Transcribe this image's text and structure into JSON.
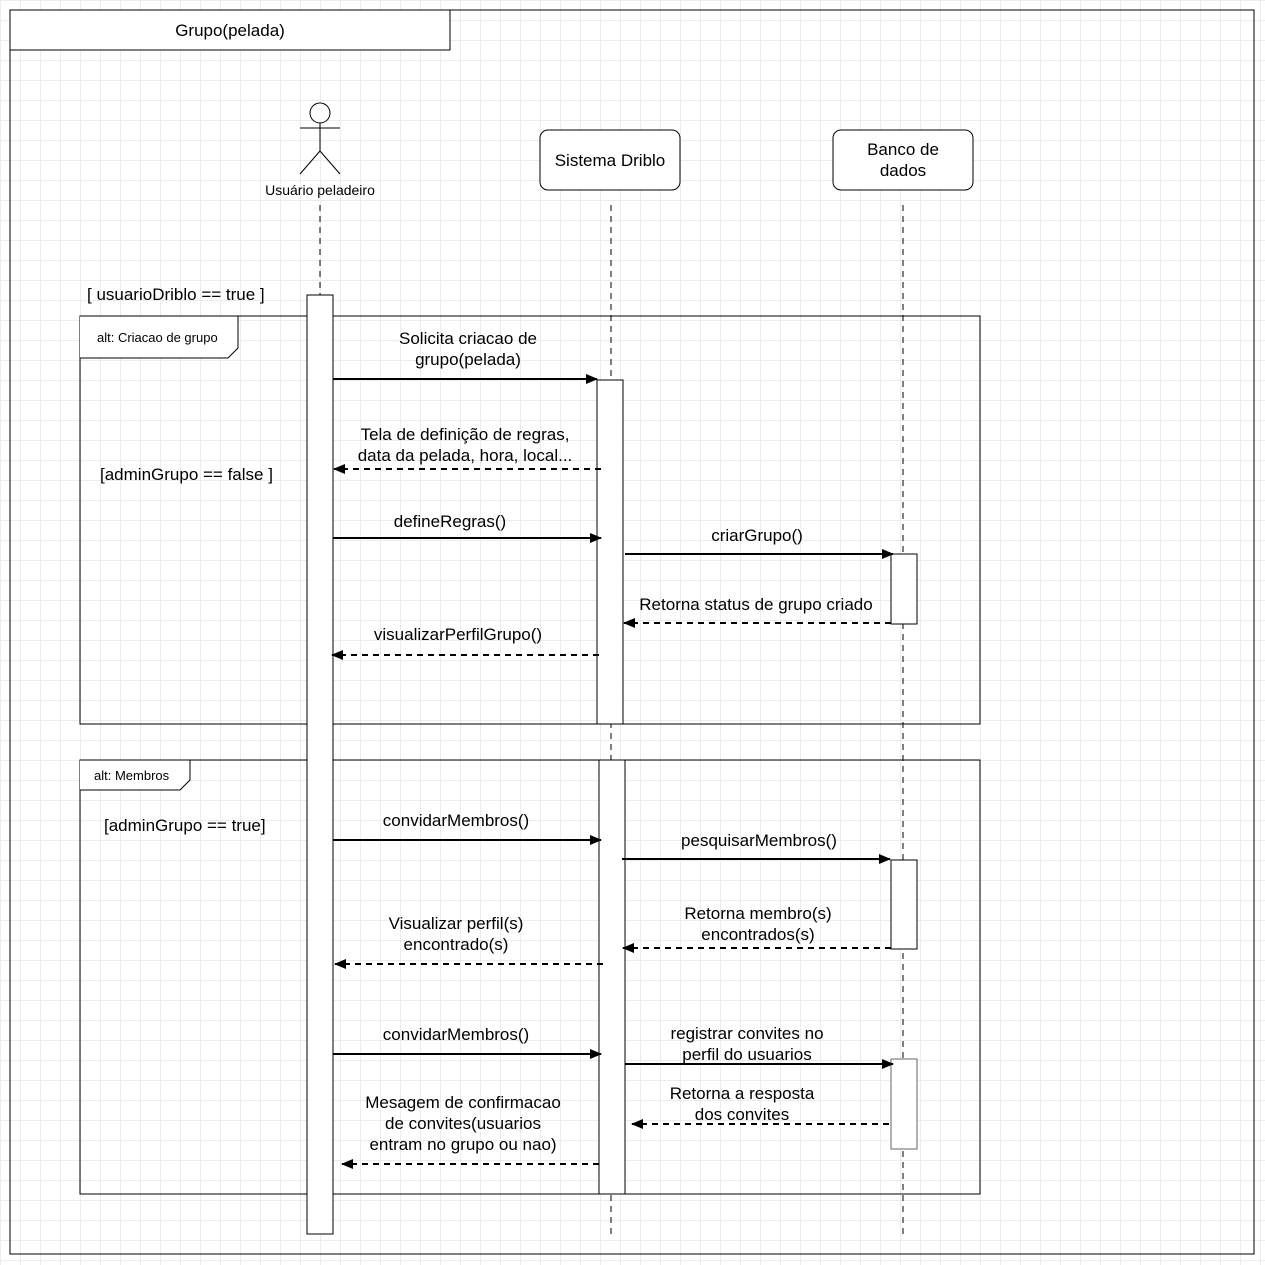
{
  "frame": {
    "title": "Grupo(pelada)"
  },
  "participants": {
    "actor": "Usuário peladeiro",
    "system": "Sistema Driblo",
    "database": "Banco de\ndados"
  },
  "guards": {
    "outer": "[ usuarioDriblo == true ]",
    "admin_false": "[adminGrupo == false ]",
    "admin_true": "[adminGrupo == true]"
  },
  "fragments": {
    "criacao": "alt: Criacao de grupo",
    "membros": "alt:  Membros"
  },
  "messages": {
    "m1": "Solicita criacao de\ngrupo(pelada)",
    "m2": "Tela de definição de regras,\ndata da pelada, hora, local...",
    "m3": "defineRegras()",
    "m4": "criarGrupo()",
    "m5": "Retorna status de grupo criado",
    "m6": "visualizarPerfilGrupo()",
    "m7": "convidarMembros()",
    "m8": "pesquisarMembros()",
    "m9": "Retorna membro(s)\nencontrados(s)",
    "m10": "Visualizar perfil(s)\nencontrado(s)",
    "m11": "convidarMembros()",
    "m12": "registrar convites no\nperfil do usuarios",
    "m13": "Retorna a resposta\ndos convites",
    "m14": "Mesagem de confirmacao\nde convites(usuarios\nentram no grupo ou nao)"
  }
}
